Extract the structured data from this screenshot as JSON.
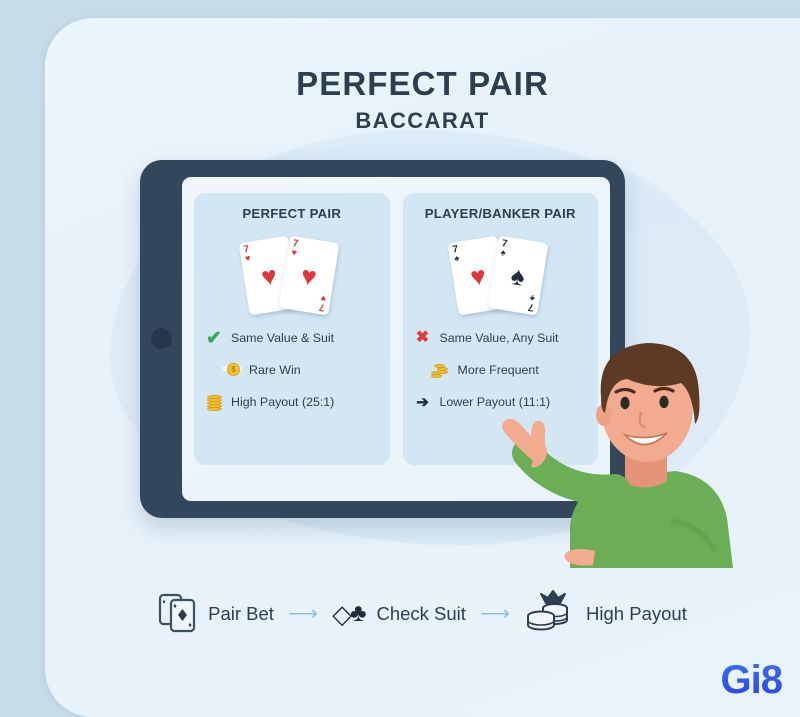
{
  "header": {
    "title": "PERFECT PAIR",
    "subtitle": "BACCARAT"
  },
  "tablet": {
    "panels": [
      {
        "id": "perfect-pair",
        "title": "PERFECT PAIR",
        "cards": [
          {
            "rank": "7",
            "suit": "♥",
            "suit_name": "hearts",
            "color": "#e0383a"
          },
          {
            "rank": "7",
            "suit": "♥",
            "suit_name": "hearts",
            "color": "#e0383a"
          }
        ],
        "bullets": [
          {
            "icon": "check-icon",
            "glyph": "✔",
            "text": "Same Value & Suit",
            "trailing_arrow": false
          },
          {
            "icon": "winged-coin-icon",
            "glyph": "$",
            "text": "Rare Win",
            "trailing_arrow": false
          },
          {
            "icon": "coin-stack-icon",
            "glyph": "",
            "text": "High Payout (25:1)",
            "trailing_arrow": false
          }
        ]
      },
      {
        "id": "player-banker-pair",
        "title": "PLAYER/BANKER PAIR",
        "cards": [
          {
            "rank": "7",
            "suit": "♥",
            "suit_name": "hearts",
            "corner_suit": "♠",
            "color": "#e0383a"
          },
          {
            "rank": "7",
            "suit": "♠",
            "suit_name": "spades",
            "corner_suit": "♠",
            "color": "#1f2d3d"
          }
        ],
        "bullets": [
          {
            "icon": "cross-icon",
            "glyph": "✖",
            "text": "Same Value, Any Suit",
            "trailing_arrow": false
          },
          {
            "icon": "coin-pile-icon",
            "glyph": "",
            "text": "More Frequent",
            "trailing_arrow": true
          },
          {
            "icon": "arrow-right-icon",
            "glyph": "➡",
            "text": "Lower Payout (11:1)",
            "trailing_arrow": false
          }
        ]
      }
    ]
  },
  "flow": {
    "steps": [
      {
        "icon": "playing-cards-icon",
        "label": "Pair Bet"
      },
      {
        "icon": "diamond-club-suits-icon",
        "label": "Check Suit"
      },
      {
        "icon": "crown-coins-icon",
        "label": "High Payout"
      }
    ],
    "arrow": "⟶"
  },
  "branding": {
    "logo": "Gi8"
  },
  "colors": {
    "background": "#c7dcea",
    "card_surface": "#eaf4fb",
    "tablet_bezel": "#32465c",
    "panel": "#d3e6f4",
    "text": "#2d3e50",
    "accent_green": "#3aa859",
    "accent_red": "#e23b3b",
    "coin_gold": "#f2bf30",
    "sweater_green": "#6cae56",
    "skin": "#f0a98c",
    "hair": "#5e3a24",
    "logo_blue": "#2b43e0",
    "flow_arrow": "#8fc0dd"
  }
}
